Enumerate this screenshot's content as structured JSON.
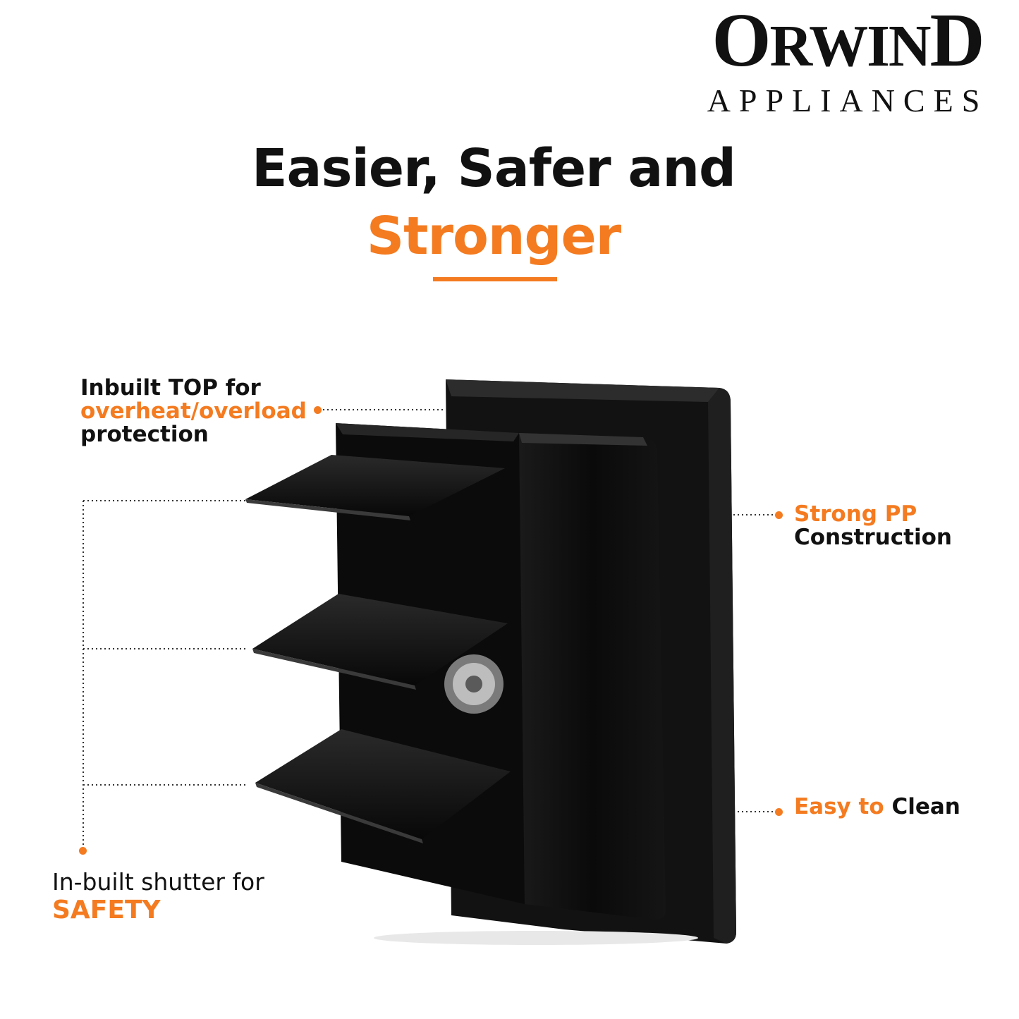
{
  "brand": {
    "name_part1": "O",
    "name_part2": "RWIN",
    "name_part3": "D",
    "tagline": "APPLIANCES"
  },
  "headline": {
    "line1": "Easier, Safer and",
    "line2": "Stronger"
  },
  "callouts": {
    "top": {
      "line1": "Inbuilt TOP for",
      "line2": "overheat/overload",
      "line3": "protection"
    },
    "pp": {
      "line1": "Strong PP",
      "line2": "Construction"
    },
    "clean": {
      "part1": "Easy to",
      "part2": "Clean"
    },
    "safety": {
      "line1": "In-built shutter for",
      "line2": "SAFETY"
    }
  },
  "colors": {
    "accent": "#f47b20",
    "text": "#111111",
    "product": "#0d0d0d"
  },
  "product": {
    "icon": "exhaust-fan-with-shutter-illustration"
  }
}
